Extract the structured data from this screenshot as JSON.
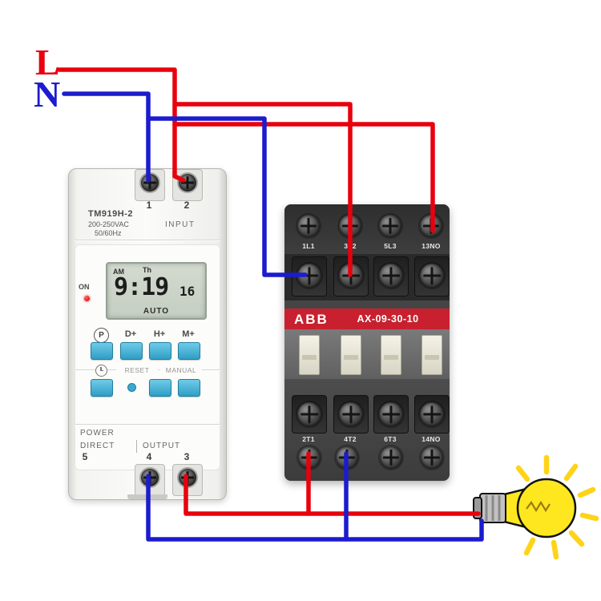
{
  "supply": {
    "line_label": "L",
    "neutral_label": "N"
  },
  "colors": {
    "wire_live": "#e8000d",
    "wire_neutral": "#1c1ccd",
    "abb_red": "#c8202e",
    "bulb_yellow": "#ffe71f"
  },
  "timer": {
    "model": "TM919H-2",
    "rating_voltage": "200-250VAC",
    "rating_frequency": "50/60Hz",
    "input_label": "INPUT",
    "top_terminals": [
      "1",
      "2"
    ],
    "lcd": {
      "meridiem": "AM",
      "day": "Th",
      "time": "9:19",
      "seconds": "16",
      "mode": "AUTO"
    },
    "on_label": "ON",
    "buttons": [
      "P",
      "D+",
      "H+",
      "M+"
    ],
    "function_labels": [
      "RESET",
      "MANUAL"
    ],
    "power_label": "POWER",
    "direct_label": "DIRECT",
    "output_label": "OUTPUT",
    "bottom_terminals": [
      "5",
      "4",
      "3"
    ]
  },
  "contactor": {
    "brand": "ABB",
    "model": "AX-09-30-10",
    "top_terminals": [
      "1L1",
      "3L2",
      "5L3",
      "13NO"
    ],
    "bottom_terminals": [
      "2T1",
      "4T2",
      "6T3",
      "14NO"
    ]
  }
}
